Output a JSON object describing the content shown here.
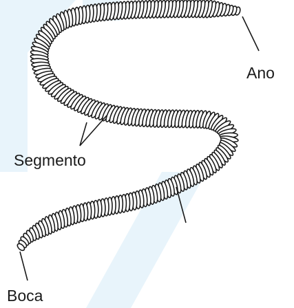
{
  "labels": {
    "anus": "Ano",
    "segment": "Segmento",
    "mouth": "Boca"
  },
  "colors": {
    "background": "#ffffff",
    "watermark": "#e8f4fb",
    "body_fill": "#ffffff",
    "body_stroke": "#1a1a1a",
    "leader_line": "#1a1a1a"
  }
}
